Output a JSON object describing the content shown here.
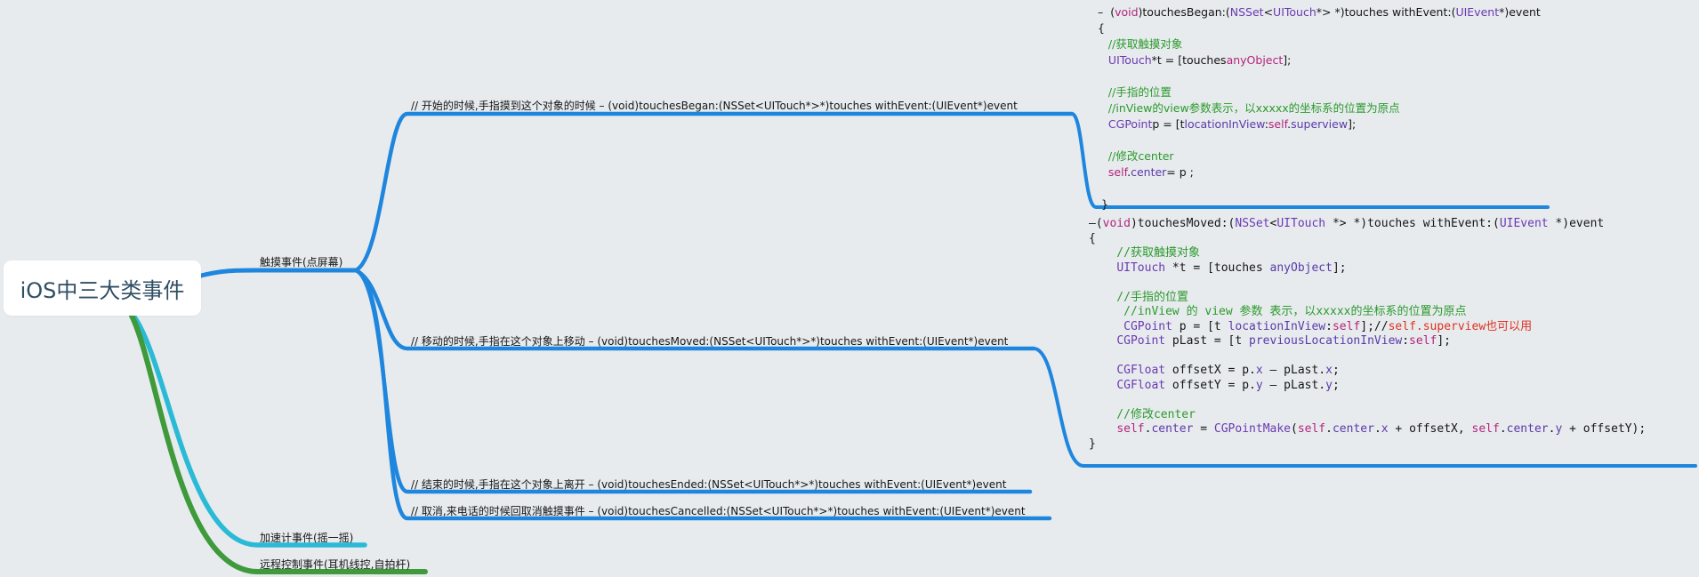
{
  "root": {
    "label": "iOS中三大类事件"
  },
  "colors": {
    "touch_branch": "#1f86de",
    "accel_branch": "#2bbad6",
    "remote_branch": "#3e9a3a",
    "background": "#e7ebee"
  },
  "branches": {
    "touch": {
      "label": "触摸事件(点屏幕)",
      "children": [
        {
          "label": "// 开始的时候,手指摸到这个对象的时候 – (void)touchesBegan:(NSSet<UITouch*>*)touches withEvent:(UIEvent*)event"
        },
        {
          "label": "// 移动的时候,手指在这个对象上移动 – (void)touchesMoved:(NSSet<UITouch*>*)touches withEvent:(UIEvent*)event"
        },
        {
          "label": "// 结束的时候,手指在这个对象上离开 – (void)touchesEnded:(NSSet<UITouch*>*)touches withEvent:(UIEvent*)event"
        },
        {
          "label": "// 取消,来电话的时候回取消触摸事件 – (void)touchesCancelled:(NSSet<UITouch*>*)touches withEvent:(UIEvent*)event"
        }
      ]
    },
    "accelerometer": {
      "label": "加速计事件(摇一摇)"
    },
    "remote": {
      "label": "远程控制事件(耳机线控,自拍杆)"
    }
  },
  "code_began": {
    "lines": [
      [
        [
          "–  (",
          "t-black"
        ],
        [
          "void",
          "t-kw"
        ],
        [
          ")touchesBegan:(",
          "t-black"
        ],
        [
          "NSSet",
          "t-type"
        ],
        [
          "<",
          "t-black"
        ],
        [
          "UITouch",
          "t-type"
        ],
        [
          "*> *)touches withEvent:(",
          "t-black"
        ],
        [
          "UIEvent",
          "t-type"
        ],
        [
          "*)event",
          "t-black"
        ]
      ],
      [
        [
          "{",
          "t-black"
        ]
      ],
      [
        [
          "   //获取触摸对象",
          "t-comment"
        ]
      ],
      [
        [
          "   ",
          "t-black"
        ],
        [
          "UITouch",
          "t-type"
        ],
        [
          "*t = [touches",
          "t-black"
        ],
        [
          "anyObject",
          "t-kw"
        ],
        [
          "];",
          "t-black"
        ]
      ],
      [
        [
          "",
          "t-black"
        ]
      ],
      [
        [
          "   //手指的位置",
          "t-comment"
        ]
      ],
      [
        [
          "   //inView的view参数表示，以xxxxx的坐标系的位置为原点",
          "t-comment"
        ]
      ],
      [
        [
          "   ",
          "t-black"
        ],
        [
          "CGPoint",
          "t-type"
        ],
        [
          "p = [t",
          "t-black"
        ],
        [
          "locationInView",
          "t-purple"
        ],
        [
          ":",
          "t-black"
        ],
        [
          "self",
          "t-kw"
        ],
        [
          ".",
          "t-black"
        ],
        [
          "superview",
          "t-purple"
        ],
        [
          "];",
          "t-black"
        ]
      ],
      [
        [
          "",
          "t-black"
        ]
      ],
      [
        [
          "   //修改center",
          "t-comment"
        ]
      ],
      [
        [
          "   ",
          "t-black"
        ],
        [
          "self",
          "t-kw"
        ],
        [
          ".",
          "t-black"
        ],
        [
          "center",
          "t-purple"
        ],
        [
          "= p ;",
          "t-black"
        ]
      ],
      [
        [
          "",
          "t-black"
        ]
      ],
      [
        [
          " }",
          "t-black"
        ]
      ]
    ]
  },
  "code_moved": {
    "lines": [
      [
        [
          "–(",
          "t-black"
        ],
        [
          "void",
          "t-kw"
        ],
        [
          ")touchesMoved:(",
          "t-black"
        ],
        [
          "NSSet",
          "t-type"
        ],
        [
          "<",
          "t-black"
        ],
        [
          "UITouch",
          "t-type"
        ],
        [
          " *> *)touches withEvent:(",
          "t-black"
        ],
        [
          "UIEvent",
          "t-type"
        ],
        [
          " *)event",
          "t-black"
        ]
      ],
      [
        [
          "{",
          "t-black"
        ]
      ],
      [
        [
          "    //获取触摸对象",
          "t-comment"
        ]
      ],
      [
        [
          "    ",
          "t-black"
        ],
        [
          "UITouch",
          "t-type"
        ],
        [
          " *t = [touches ",
          "t-black"
        ],
        [
          "anyObject",
          "t-purple"
        ],
        [
          "];",
          "t-black"
        ]
      ],
      [
        [
          "",
          "t-black"
        ]
      ],
      [
        [
          "    //手指的位置",
          "t-comment"
        ]
      ],
      [
        [
          "     //inView 的 view 参数 表示，以xxxxx的坐标系的位置为原点",
          "t-comment"
        ]
      ],
      [
        [
          "     ",
          "t-black"
        ],
        [
          "CGPoint",
          "t-type"
        ],
        [
          " p = [t ",
          "t-black"
        ],
        [
          "locationInView",
          "t-purple"
        ],
        [
          ":",
          "t-black"
        ],
        [
          "self",
          "t-kw"
        ],
        [
          "];//",
          "t-black"
        ],
        [
          "self.superview也可以用",
          "t-red"
        ]
      ],
      [
        [
          "    ",
          "t-black"
        ],
        [
          "CGPoint",
          "t-type"
        ],
        [
          " pLast = [t ",
          "t-black"
        ],
        [
          "previousLocationInView",
          "t-purple"
        ],
        [
          ":",
          "t-black"
        ],
        [
          "self",
          "t-kw"
        ],
        [
          "];",
          "t-black"
        ]
      ],
      [
        [
          "",
          "t-black"
        ]
      ],
      [
        [
          "    ",
          "t-black"
        ],
        [
          "CGFloat",
          "t-type"
        ],
        [
          " offsetX = p.",
          "t-black"
        ],
        [
          "x",
          "t-purple"
        ],
        [
          " – pLast.",
          "t-black"
        ],
        [
          "x",
          "t-purple"
        ],
        [
          ";",
          "t-black"
        ]
      ],
      [
        [
          "    ",
          "t-black"
        ],
        [
          "CGFloat",
          "t-type"
        ],
        [
          " offsetY = p.",
          "t-black"
        ],
        [
          "y",
          "t-purple"
        ],
        [
          " – pLast.",
          "t-black"
        ],
        [
          "y",
          "t-purple"
        ],
        [
          ";",
          "t-black"
        ]
      ],
      [
        [
          "",
          "t-black"
        ]
      ],
      [
        [
          "    //修改center",
          "t-comment"
        ]
      ],
      [
        [
          "    ",
          "t-black"
        ],
        [
          "self",
          "t-kw"
        ],
        [
          ".",
          "t-black"
        ],
        [
          "center",
          "t-purple"
        ],
        [
          " = ",
          "t-black"
        ],
        [
          "CGPointMake",
          "t-type"
        ],
        [
          "(",
          "t-black"
        ],
        [
          "self",
          "t-kw"
        ],
        [
          ".",
          "t-black"
        ],
        [
          "center",
          "t-purple"
        ],
        [
          ".",
          "t-black"
        ],
        [
          "x",
          "t-purple"
        ],
        [
          " + offsetX, ",
          "t-black"
        ],
        [
          "self",
          "t-kw"
        ],
        [
          ".",
          "t-black"
        ],
        [
          "center",
          "t-purple"
        ],
        [
          ".",
          "t-black"
        ],
        [
          "y",
          "t-purple"
        ],
        [
          " + offsetY);",
          "t-black"
        ]
      ],
      [
        [
          "}",
          "t-black"
        ]
      ]
    ]
  }
}
